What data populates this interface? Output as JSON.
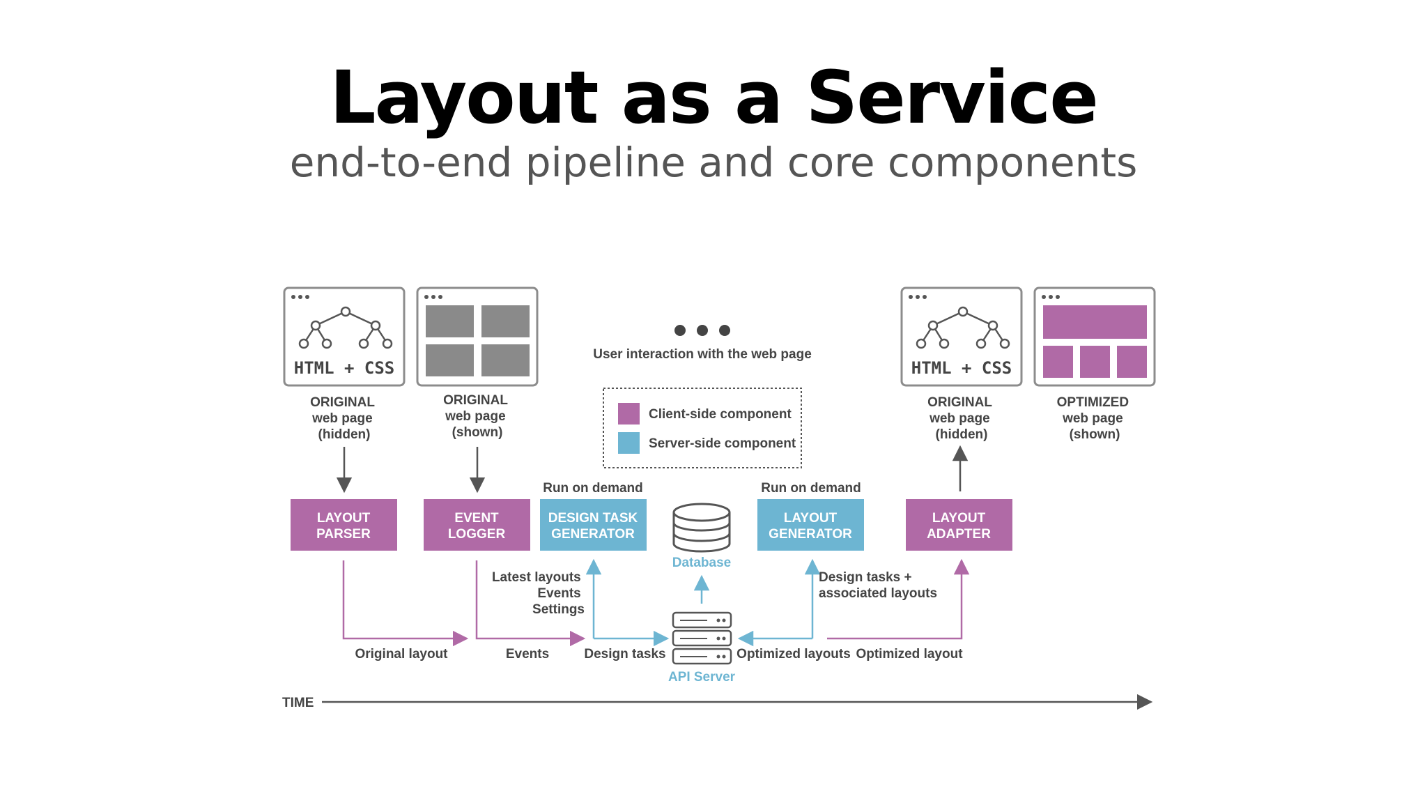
{
  "title": "Layout as a Service",
  "subtitle": "end-to-end pipeline and core components",
  "colors": {
    "client": "#b06aa6",
    "server": "#6db5d2",
    "gray_block": "#8a8a8a",
    "text": "#444444",
    "frame": "#8c8c8c"
  },
  "icons": [
    "browser-window-icon",
    "dom-tree-icon",
    "database-icon",
    "api-server-icon",
    "ellipsis-icon"
  ],
  "windows": {
    "orig_hidden_left": {
      "code": "HTML + CSS",
      "caption": [
        "ORIGINAL",
        "web page",
        "(hidden)"
      ]
    },
    "orig_shown": {
      "caption": [
        "ORIGINAL",
        "web page",
        "(shown)"
      ]
    },
    "orig_hidden_right": {
      "code": "HTML + CSS",
      "caption": [
        "ORIGINAL",
        "web page",
        "(hidden)"
      ]
    },
    "optimized_shown": {
      "caption": [
        "OPTIMIZED",
        "web page",
        "(shown)"
      ]
    }
  },
  "interaction_label": "User interaction with the web page",
  "legend": {
    "client": "Client-side component",
    "server": "Server-side component"
  },
  "components": {
    "layout_parser": [
      "LAYOUT",
      "PARSER"
    ],
    "event_logger": [
      "EVENT",
      "LOGGER"
    ],
    "design_task_generator": [
      "DESIGN TASK",
      "GENERATOR"
    ],
    "layout_generator": [
      "LAYOUT",
      "GENERATOR"
    ],
    "layout_adapter": [
      "LAYOUT",
      "ADAPTER"
    ]
  },
  "run_on_demand": "Run on demand",
  "database_label": "Database",
  "api_server_label": "API Server",
  "flow_labels": {
    "original_layout": "Original layout",
    "events": "Events",
    "design_tasks": "Design tasks",
    "optimized_layouts": "Optimized layouts",
    "optimized_layout": "Optimized layout",
    "latest": [
      "Latest layouts",
      "Events",
      "Settings"
    ],
    "design_tasks_assoc": [
      "Design tasks +",
      "associated layouts"
    ]
  },
  "time_label": "TIME"
}
